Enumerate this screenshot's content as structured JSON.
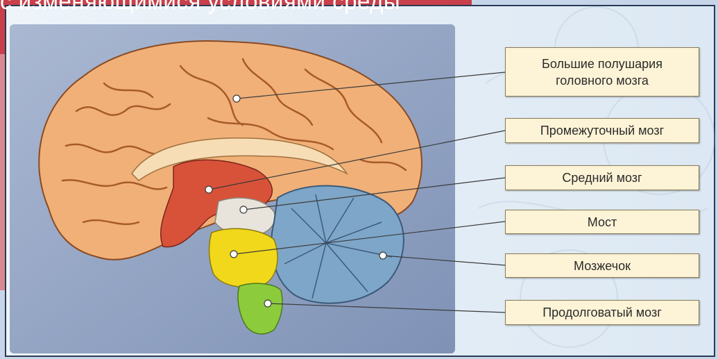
{
  "banner": {
    "text": "с изменяющимися условиями среды"
  },
  "labels": {
    "hemispheres_line1": "Большие полушария",
    "hemispheres_line2": "головного мозга",
    "diencephalon": "Промежуточный мозг",
    "midbrain": "Средний мозг",
    "pons": "Мост",
    "cerebellum": "Мозжечок",
    "medulla": "Продолговатый мозг"
  },
  "colors": {
    "banner": "#c9404a",
    "panel": "#8c9ec0",
    "frame": "#e8f0f8",
    "cortex": "#f0b078",
    "diencephalon": "#d8523a",
    "midbrain": "#e8e4dc",
    "pons": "#f2d81a",
    "cerebellum": "#7ea6c8",
    "medulla": "#8ccc3c",
    "label_bg": "#fdf3d6"
  }
}
